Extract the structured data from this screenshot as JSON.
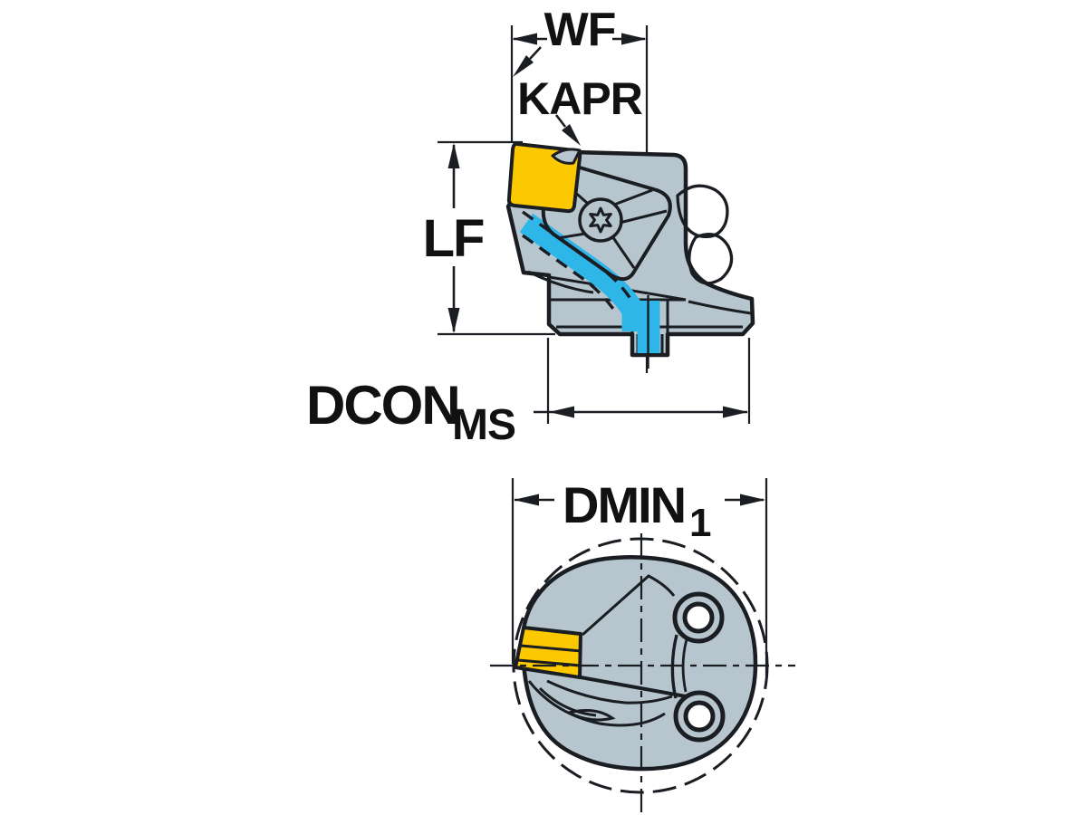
{
  "figure": {
    "description": "Technical dimension drawing of a turning cutting head, side view and end view",
    "labels": {
      "wf": "WF",
      "kapr": "KAPR",
      "lf": "LF",
      "dcon": "DCON",
      "dcon_sub": "MS",
      "dmin": "DMIN",
      "dmin_sub": "1"
    },
    "colors": {
      "outline": "#1a1d21",
      "body": "#b7c5cf",
      "insert": "#fcc800",
      "coolant": "#2eb6e8",
      "background": "#ffffff",
      "text": "#111111"
    }
  }
}
